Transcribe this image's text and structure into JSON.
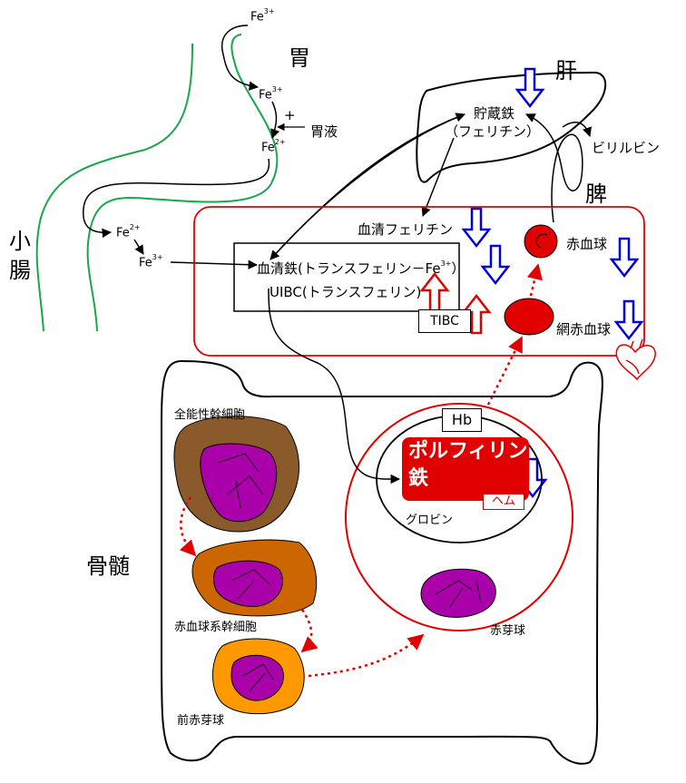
{
  "labels": {
    "fe3_top": "Fe",
    "fe3_top_sup": "3+",
    "stomach": "胃",
    "fe3_mid": "Fe",
    "fe3_mid_sup": "3+",
    "plus": "+",
    "gastric_juice": "胃液",
    "fe2_stomach": "Fe",
    "fe2_stomach_sup": "2+",
    "small_intestine_1": "小",
    "small_intestine_2": "腸",
    "fe2_intestine": "Fe",
    "fe2_intestine_sup": "2+",
    "fe3_intestine": "Fe",
    "fe3_intestine_sup": "3+",
    "liver": "肝",
    "storage_iron": "貯蔵鉄",
    "ferritin": "（フェリチン）",
    "bilirubin": "ビリルビン",
    "spleen": "脾",
    "serum_ferritin": "血清フェリチン",
    "rbc": "赤血球",
    "serum_iron": "血清鉄(トランスフェリン－Fe",
    "serum_iron_sup": "3+",
    "serum_iron_end": "）",
    "uibc": "UIBC(トランスフェリン)",
    "tibc": "TIBC",
    "reticulocyte": "網赤血球",
    "totipotent_stem_cell": "全能性幹細胞",
    "hb": "Hb",
    "porphyrin": "ポルフィリン",
    "iron_kanji": "鉄",
    "heme": "ヘム",
    "globin": "グロビン",
    "bone_marrow": "骨髄",
    "erythroid_stem_cell": "赤血球系幹細胞",
    "erythroblast": "赤芽球",
    "proerythroblast": "前赤芽球"
  },
  "colors": {
    "intestine_green": "#1aa64a",
    "blood_red": "#e00000",
    "decrease_blue": "#0000dd",
    "increase_red": "#e00000",
    "stem_brown": "#8a5a2b",
    "stem_dark_orange": "#cc6600",
    "stem_orange": "#ff9900",
    "nucleus_purple": "#aa00aa"
  },
  "icons": [
    "heart-icon",
    "arrow-down-icon",
    "arrow-up-icon"
  ]
}
